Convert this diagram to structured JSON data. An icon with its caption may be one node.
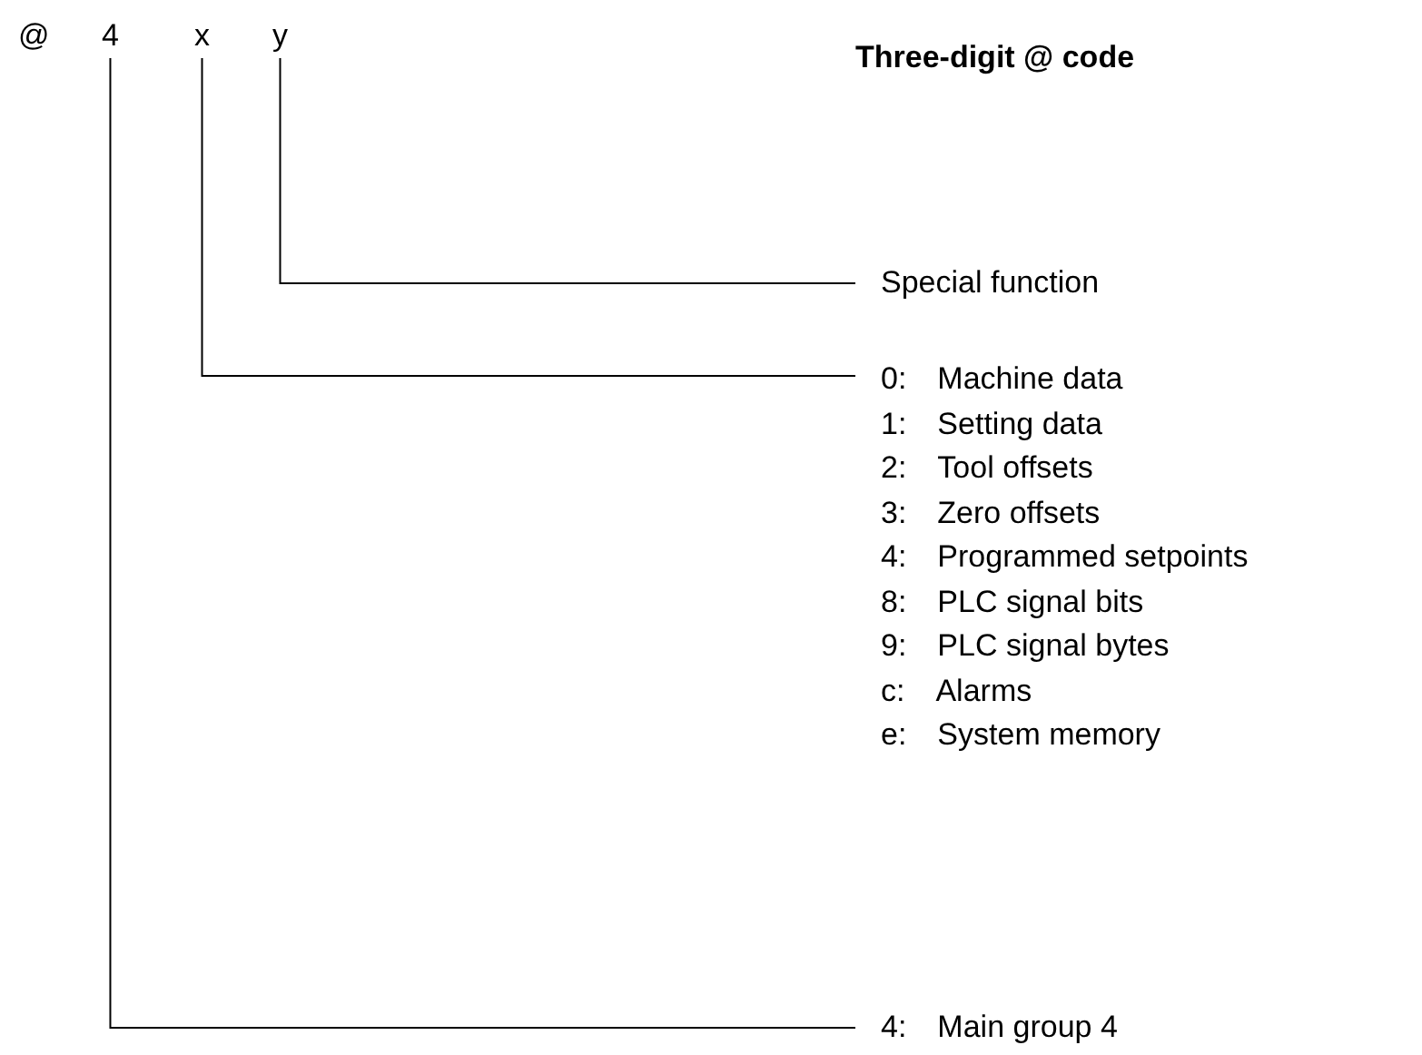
{
  "diagram": {
    "title": "Three-digit @ code",
    "nodes": [
      {
        "text": [
          "@"
        ]
      },
      {
        "text": [
          "4"
        ]
      },
      {
        "text": [
          "x"
        ]
      },
      {
        "text": [
          "y"
        ]
      },
      {
        "text": [
          "Special function"
        ]
      },
      {
        "text": [
          "0: Machine data",
          "1: Setting data",
          "2: Tool offsets",
          "3: Zero offsets",
          "4: Programmed setpoints",
          "8: PLC signal bits",
          "9: PLC signal bytes",
          "c: Alarms",
          "e: System memory"
        ]
      },
      {
        "text": [
          "4: Main group 4"
        ]
      }
    ],
    "edges": [
      {
        "from": 3,
        "to": 4,
        "arrow": "none"
      },
      {
        "from": 2,
        "to": 5,
        "arrow": "none"
      },
      {
        "from": 1,
        "to": 6,
        "arrow": "none"
      }
    ]
  }
}
